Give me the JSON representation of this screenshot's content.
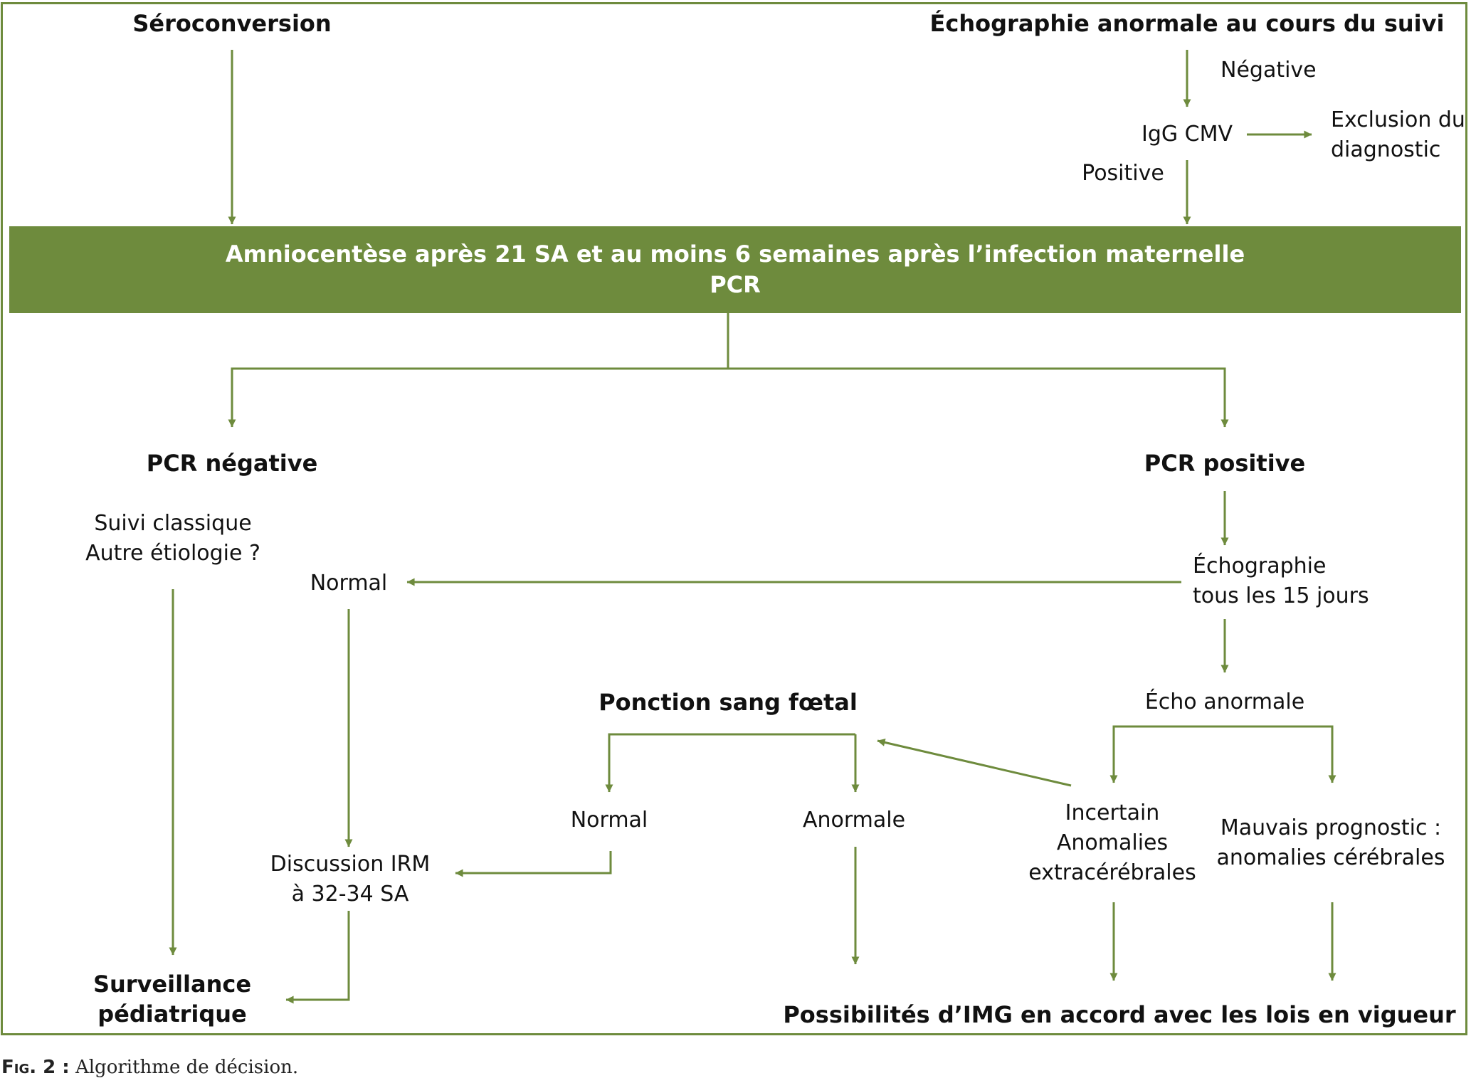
{
  "colors": {
    "accent": "#6e8b3d",
    "text": "#111111",
    "banner_text": "#ffffff"
  },
  "nodes": {
    "seroconversion": "Séroconversion",
    "echo_anormale_suivi": "Échographie anormale au cours du suivi",
    "negative_label": "Négative",
    "igg_cmv": "IgG CMV",
    "exclusion": [
      "Exclusion du",
      "diagnostic"
    ],
    "positive_label": "Positive",
    "banner": [
      "Amniocentèse après 21 SA et au moins 6 semaines après l’infection maternelle",
      "PCR"
    ],
    "pcr_negative": "PCR négative",
    "pcr_positive": "PCR positive",
    "suivi_classique": [
      "Suivi classique",
      "Autre étiologie ?"
    ],
    "normal_1": "Normal",
    "echographie_15j": [
      "Échographie",
      "tous les 15 jours"
    ],
    "ponction_sang": "Ponction sang fœtal",
    "echo_anormale": "Écho anormale",
    "normal_2": "Normal",
    "anormale": "Anormale",
    "incertain": [
      "Incertain",
      "Anomalies",
      "extracérébrales"
    ],
    "mauvais_pronostic": [
      "Mauvais prognostic :",
      "anomalies cérébrales"
    ],
    "discussion_irm": [
      "Discussion IRM",
      "à 32-34 SA"
    ],
    "surveillance": [
      "Surveillance",
      "pédiatrique"
    ],
    "possibilites_img": "Possibilités d’IMG en accord avec les lois en vigueur"
  },
  "caption": {
    "label": "Fig. 2 :",
    "text": "Algorithme de décision."
  }
}
